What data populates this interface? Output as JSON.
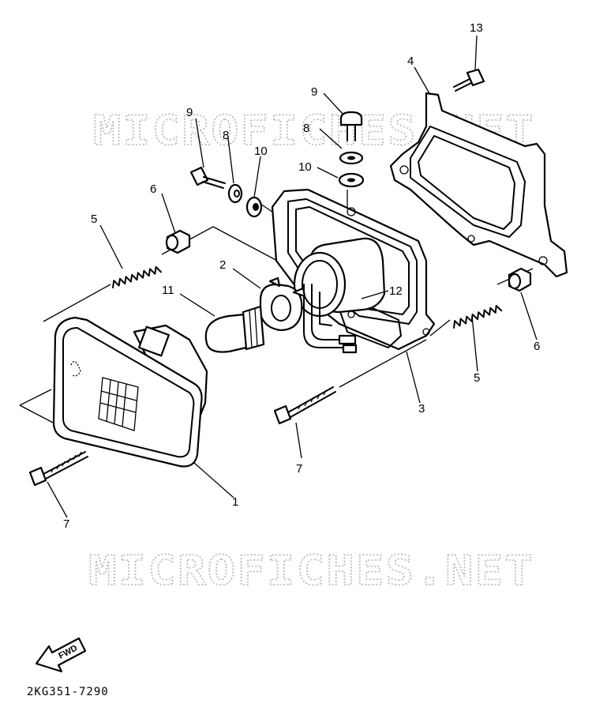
{
  "watermark": "MICROFICHES.NET",
  "diagram_code": "2KG351-7290",
  "fwd_label": "FWD",
  "callouts": {
    "c1": "1",
    "c2": "2",
    "c3": "3",
    "c4": "4",
    "c5_left": "5",
    "c5_right": "5",
    "c6_left": "6",
    "c6_right": "6",
    "c7_left": "7",
    "c7_right": "7",
    "c8_left": "8",
    "c8_top": "8",
    "c9_left": "9",
    "c9_top": "9",
    "c10_left": "10",
    "c10_top": "10",
    "c11": "11",
    "c12": "12",
    "c13": "13"
  }
}
